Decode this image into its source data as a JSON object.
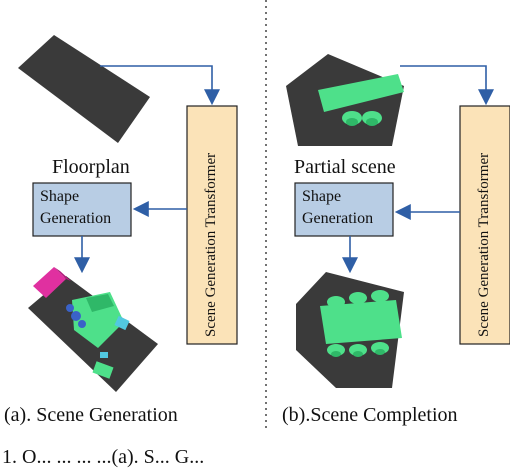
{
  "left_panel": {
    "input_label": "Floorplan",
    "shape_box": [
      "Shape",
      "Generation"
    ],
    "transformer_label": "Scene Generation Transformer",
    "caption": "(a). Scene Generation"
  },
  "right_panel": {
    "input_label": "Partial scene",
    "shape_box": [
      "Shape",
      "Generation"
    ],
    "transformer_label": "Scene Generation Transformer",
    "caption": "(b).Scene Completion"
  },
  "figure_caption_fragment": "1. O... ... ... ...(a). S... G...",
  "colors": {
    "box_fill": "#b8cde4",
    "transformer_fill": "#fbe3b8",
    "arrow": "#2f5fa6",
    "dark_floor": "#3a3a3a",
    "furniture_green": "#4ee08a",
    "magenta": "#e030a0",
    "cyan": "#52c8e0"
  }
}
